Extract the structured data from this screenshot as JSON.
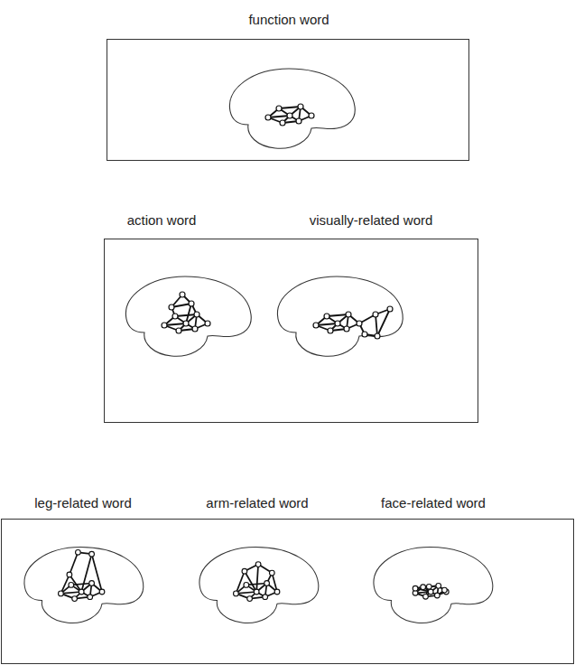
{
  "diagram": {
    "nodes": [
      {
        "text": [
          "function word"
        ]
      },
      {
        "text": [
          "action word",
          "visually-related word"
        ]
      },
      {
        "text": [
          "leg-related word",
          "arm-related word",
          "face-related word"
        ]
      }
    ]
  }
}
